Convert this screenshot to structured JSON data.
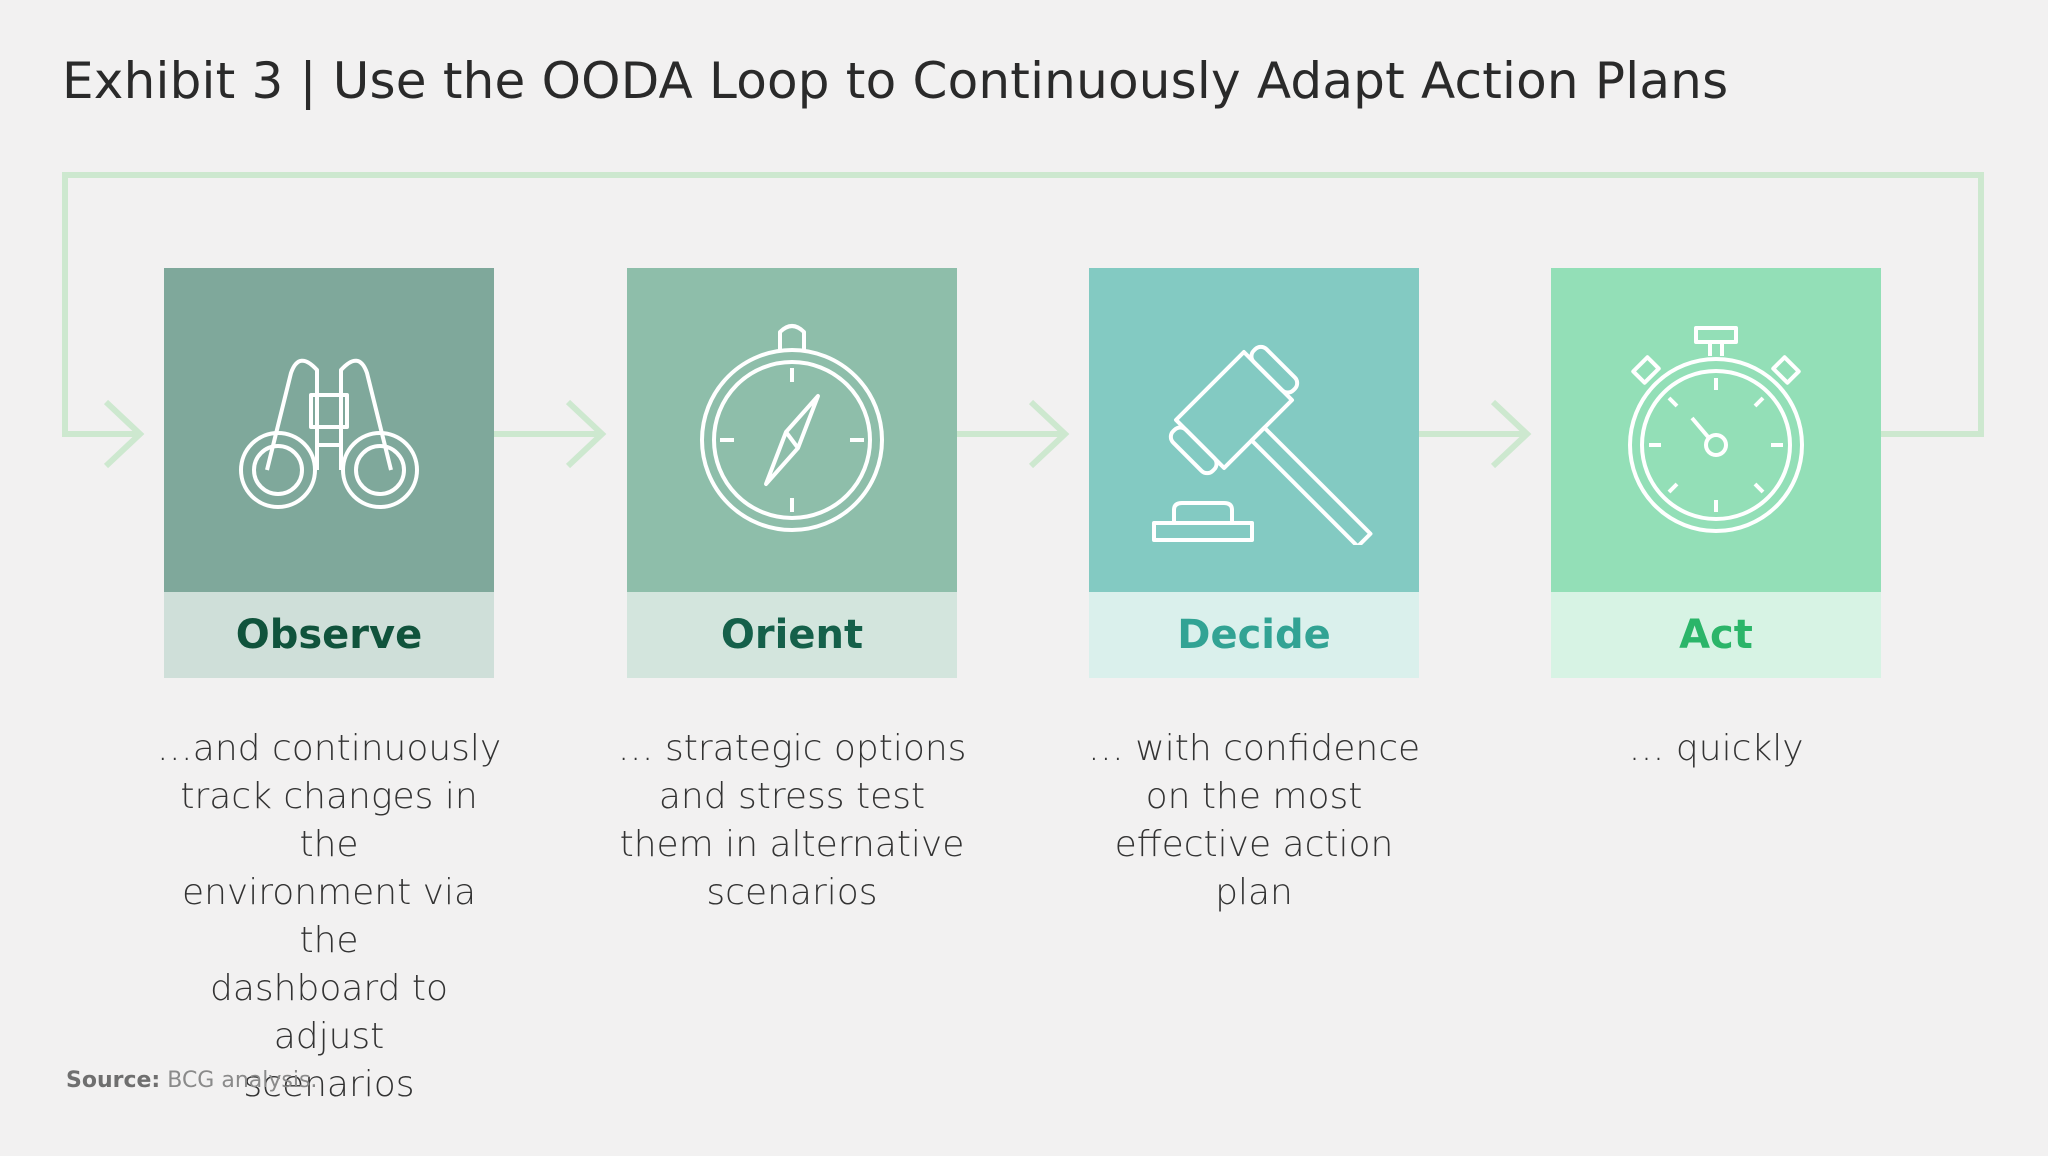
{
  "title": "Exhibit 3 | Use the OODA Loop to Continuously Adapt Action Plans",
  "colors": {
    "background": "#f2f1f1",
    "loop_line": "#cde8cf",
    "icon_stroke": "#ffffff"
  },
  "steps": [
    {
      "label": "Observe",
      "icon": "binoculars-icon",
      "description_lines": [
        "…and continuously",
        "track changes in the",
        "environment via the",
        "dashboard to adjust",
        "scenarios"
      ],
      "top_color": "#7fa89b",
      "label_bg": "#cfdfd9",
      "label_color": "#10533c"
    },
    {
      "label": "Orient",
      "icon": "compass-icon",
      "description_lines": [
        "… strategic options",
        "and stress test",
        "them in alternative",
        "scenarios"
      ],
      "top_color": "#8ebeaa",
      "label_bg": "#d3e5dd",
      "label_color": "#15604a"
    },
    {
      "label": "Decide",
      "icon": "gavel-icon",
      "description_lines": [
        "… with confidence",
        "on the most",
        "effective action",
        "plan"
      ],
      "top_color": "#83cac2",
      "label_bg": "#daf0ec",
      "label_color": "#32a394"
    },
    {
      "label": "Act",
      "icon": "stopwatch-icon",
      "description_lines": [
        "… quickly"
      ],
      "top_color": "#93dfb7",
      "label_bg": "#d7f3e4",
      "label_color": "#2bb569"
    }
  ],
  "source": {
    "label": "Source:",
    "text": "BCG analysis."
  }
}
